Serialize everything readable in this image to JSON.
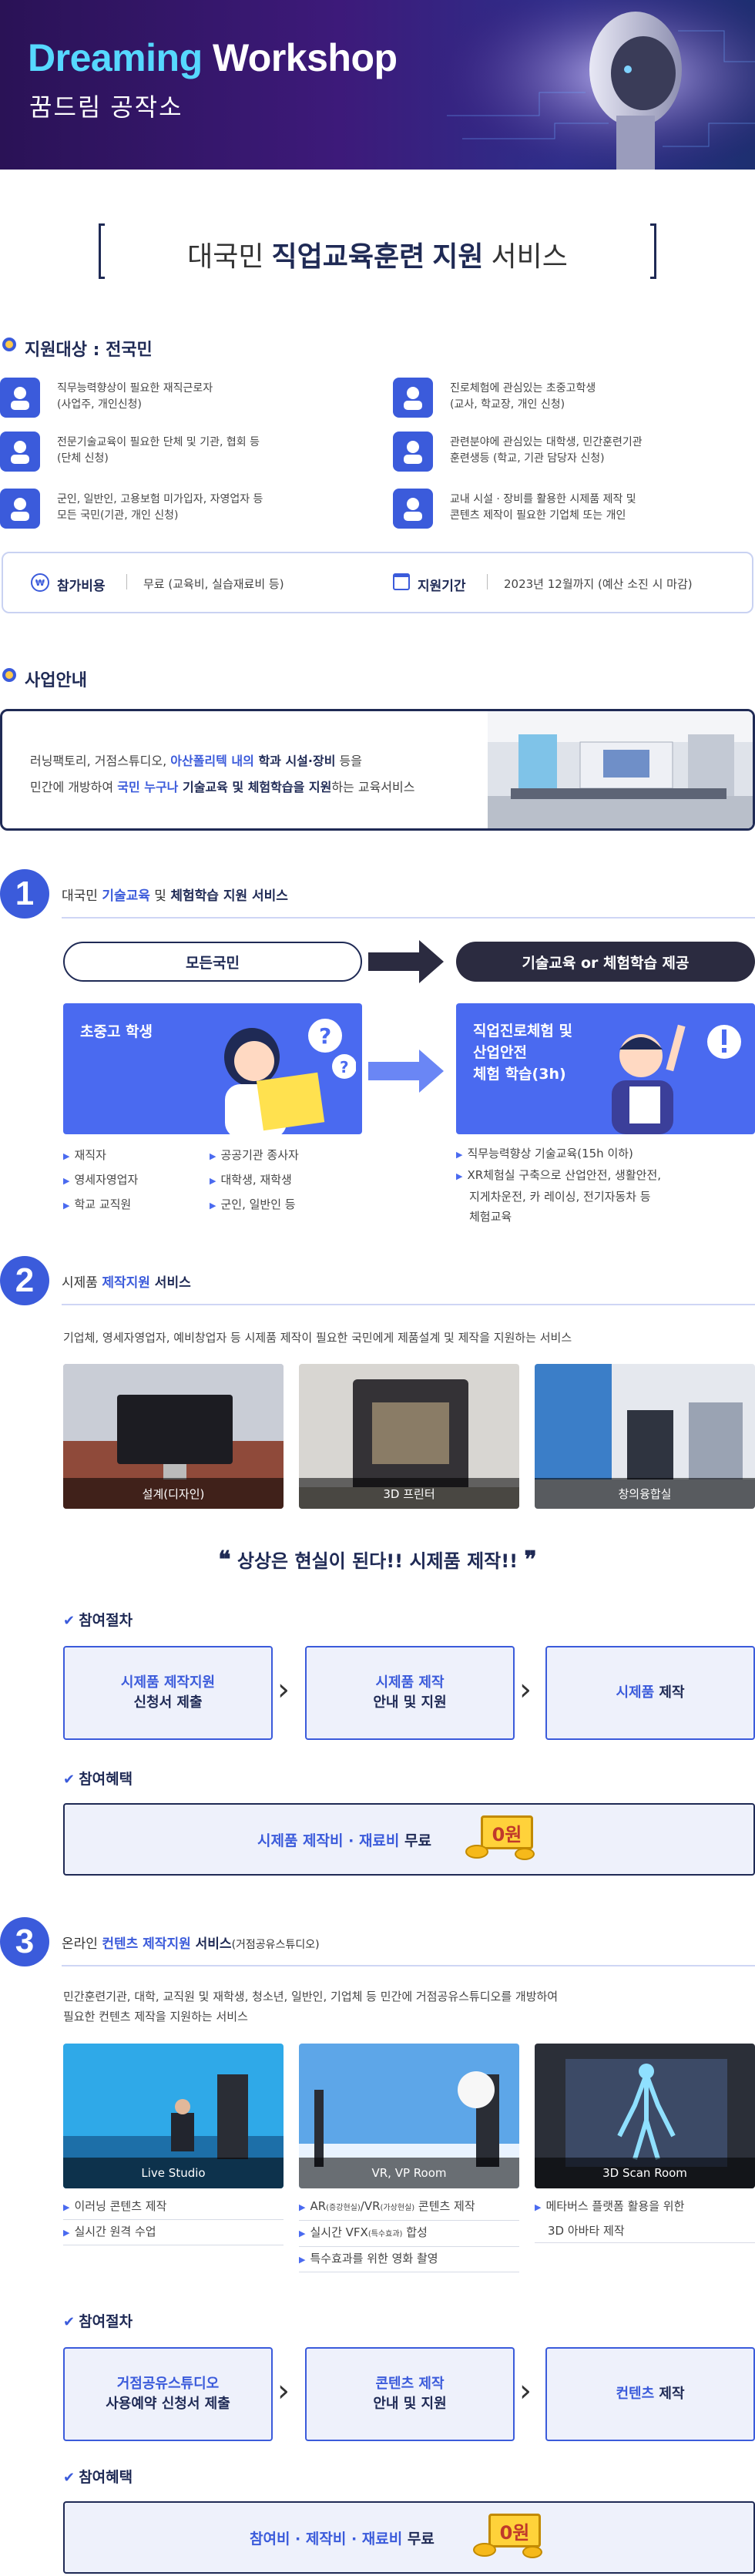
{
  "hero": {
    "title_colored": "Dreaming",
    "title_rest": " Workshop",
    "subtitle": "꿈드림 공작소"
  },
  "banner": {
    "prefix": "대국민 ",
    "strong": "직업교육훈련 지원",
    "suffix": " 서비스"
  },
  "target": {
    "title": "지원대상 : 전국민",
    "items": [
      {
        "icon": "worker-icon",
        "l1": "직무능력향상이 필요한 재직근로자",
        "l2": "(사업주, 개인신청)"
      },
      {
        "icon": "school-building-icon",
        "l1": "진로체험에 관심있는 초중고학생",
        "l2": "(교사, 학교장, 개인 신청)"
      },
      {
        "icon": "book-icon",
        "l1": "전문기술교육이 필요한 단체 및 기관, 협회 등",
        "l2": "(단체 신청)"
      },
      {
        "icon": "graduation-cap-icon",
        "l1": "관련분야에 관심있는 대학생, 민간훈련기관",
        "l2": "훈련생등 (학교, 기관 담당자 신청)"
      },
      {
        "icon": "group-icon",
        "l1": "군인, 일반인, 고용보험 미가입자, 자영업자 등",
        "l2": "모든 국민(기관, 개인 신청)"
      },
      {
        "icon": "equipment-icon",
        "l1": "교내 시설 · 장비를 활용한 시제품 제작 및",
        "l2": "콘텐츠 제작이 필요한 기업체 또는 개인"
      }
    ],
    "fee_label": "참가비용",
    "fee_value": "무료 (교육비, 실습재료비 등)",
    "period_label": "지원기간",
    "period_value": "2023년 12월까지 (예산 소진 시 마감)"
  },
  "business": {
    "title": "사업안내",
    "intro_1a": "러닝팩토리, 거점스튜디오, ",
    "intro_1b": "아산폴리텍 내의 ",
    "intro_1c": "학과 시설·장비",
    "intro_1d": " 등을",
    "intro_2a": "민간에 개방하여 ",
    "intro_2b": "국민 누구나 ",
    "intro_2c": "기술교육 및 체험학습을 지원",
    "intro_2d": "하는 교육서비스"
  },
  "s1": {
    "num": "1",
    "head_a": "대국민 ",
    "head_b": "기술교육",
    "head_c": " 및 ",
    "head_d": "체험학습 지원 서비스",
    "pill_left": "모든국민",
    "pill_right": "기술교육 or 체험학습 제공",
    "card_left": "초중고 학생",
    "card_right_1": "직업진로체험 및",
    "card_right_2": "산업안전",
    "card_right_3": "체험 학습(3h)",
    "left_bullets_a": [
      "재직자",
      "영세자영업자",
      "학교 교직원"
    ],
    "left_bullets_b": [
      "공공기관 종사자",
      "대학생, 재학생",
      "군인, 일반인 등"
    ],
    "right_bullets": [
      "직무능력향상 기술교육(15h 이하)",
      "XR체험실 구축으로 산업안전, 생활안전,",
      "지게차운전, 카 레이싱, 전기자동차 등",
      "체험교육"
    ]
  },
  "s2": {
    "num": "2",
    "head_a": "시제품 ",
    "head_b": "제작지원",
    "head_c": " 서비스",
    "desc": "기업체, 영세자영업자, 예비창업자 등 시제품 제작이 필요한 국민에게 제품설계 및 제작을 지원하는 서비스",
    "photos": [
      "설계(디자인)",
      "3D 프린터",
      "창의융합실"
    ],
    "slogan": "상상은 현실이 된다!! 시제품 제작!!",
    "proc_title": "참여절차",
    "steps": [
      {
        "a": "시제품 제작지원",
        "b": "신청서 제출"
      },
      {
        "a": "시제품 제작",
        "b": "안내 및 지원"
      },
      {
        "a": "시제품",
        "b": " 제작"
      }
    ],
    "benefit_title": "참여혜택",
    "benefit_a": "시제품 제작비 · 재료비",
    "benefit_b": " 무료",
    "zero": "0원"
  },
  "s3": {
    "num": "3",
    "head_a": "온라인 ",
    "head_b": "컨텐츠 제작지원",
    "head_c": " 서비스",
    "head_d": "(거점공유스튜디오)",
    "desc1": "민간훈련기관, 대학, 교직원 및 재학생, 청소년, 일반인, 기업체 등 민간에 거점공유스튜디오를 개방하여",
    "desc2": "필요한 컨텐츠 제작을 지원하는 서비스",
    "photos": [
      "Live Studio",
      "VR, VP Room",
      "3D Scan Room"
    ],
    "col1": [
      "이러닝 콘텐츠 제작",
      "실시간 원격 수업"
    ],
    "col2_1a": "AR",
    "col2_1s": "(증강현실)",
    "col2_1b": "/VR",
    "col2_1s2": "(가상현실)",
    "col2_1c": " 콘텐츠 제작",
    "col2_2a": "실시간 VFX",
    "col2_2s": "(특수효과)",
    "col2_2b": " 합성",
    "col2_3": "특수효과를 위한 영화 촬영",
    "col3_1": "메타버스 플랫폼 활용을 위한",
    "col3_2": "3D 아바타 제작",
    "proc_title": "참여절차",
    "steps": [
      {
        "a": "거점공유스튜디오",
        "b": "사용예약 신청서 제출"
      },
      {
        "a": "콘텐츠 제작",
        "b": "안내 및 지원"
      },
      {
        "a": "컨텐츠",
        "b": " 제작"
      }
    ],
    "benefit_title": "참여혜택",
    "benefit_a": "참여비 · 제작비 · 재료비",
    "benefit_b": " 무료",
    "zero": "0원"
  }
}
